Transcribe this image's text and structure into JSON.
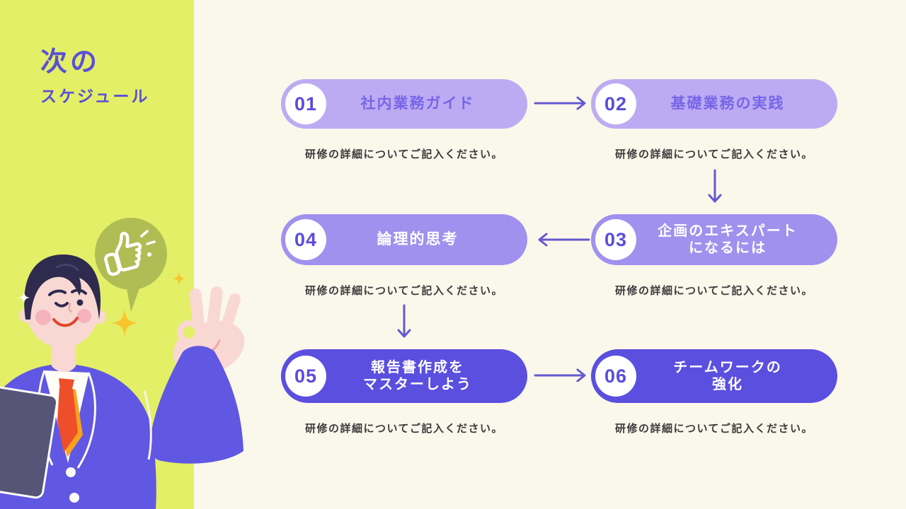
{
  "slide": {
    "title": {
      "line1": "次の",
      "line2": "スケジュール"
    },
    "steps": [
      {
        "number": "01",
        "label_lines": [
          "社内業務ガイド"
        ],
        "description": "研修の詳細についてご記入ください。",
        "variant": "light"
      },
      {
        "number": "02",
        "label_lines": [
          "基礎業務の実践"
        ],
        "description": "研修の詳細についてご記入ください。",
        "variant": "light"
      },
      {
        "number": "03",
        "label_lines": [
          "企画のエキスパート",
          "になるには"
        ],
        "description": "研修の詳細についてご記入ください。",
        "variant": "medium"
      },
      {
        "number": "04",
        "label_lines": [
          "論理的思考"
        ],
        "description": "研修の詳細についてご記入ください。",
        "variant": "medium"
      },
      {
        "number": "05",
        "label_lines": [
          "報告書作成を",
          "マスターしよう"
        ],
        "description": "研修の詳細についてご記入ください。",
        "variant": "dark"
      },
      {
        "number": "06",
        "label_lines": [
          "チームワークの",
          "強化"
        ],
        "description": "研修の詳細についてご記入ください。",
        "variant": "dark"
      }
    ],
    "flow": {
      "connections": [
        "01→02",
        "02→03",
        "03→04",
        "04→05",
        "05→06"
      ]
    },
    "colors": {
      "sidebar_green": "#e3ef66",
      "background_cream": "#faf7eb",
      "pill_light": "#bcabf2",
      "pill_medium": "#a091ee",
      "pill_dark": "#5b4fdf",
      "accent_purple": "#5a50d4",
      "pill_light_text": "#7765e8",
      "number_text": "#5b4cd9",
      "caption_text": "#3b3b3b",
      "arrow_purple": "#6459ce",
      "suit_purple": "#6057e2",
      "skin_tone": "#f9d8d3",
      "bubble_olive": "#b0bd55",
      "sparkle_yellow": "#f8c52e",
      "tie_red": "#ef4e2a"
    },
    "illustration": {
      "icons": [
        "speech-bubble",
        "thumbs-up-icon",
        "sparkle-icon",
        "businessman-ok-gesture",
        "tablet"
      ]
    }
  }
}
